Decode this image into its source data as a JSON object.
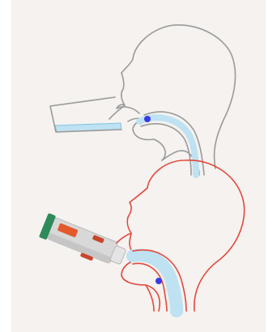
{
  "colors": {
    "page_background": "#ffffff",
    "panel_background": "#f5f2ef",
    "top_outline": "#9a9a9a",
    "bottom_outline": "#e3483c",
    "liquid_fill": "#bfe2f2",
    "liquid_stroke": "#7fc4e6",
    "particle": "#3a3ae8",
    "device_body": "#d8d8d8",
    "device_shade": "#c6c6c6",
    "device_cap": "#2f8a5a",
    "canister": "#e25a2c",
    "canister_dark": "#c8452a"
  },
  "figures": [
    {
      "id": "top",
      "name": "head-with-cup",
      "icon": "cup-icon"
    },
    {
      "id": "bottom",
      "name": "head-with-inhaler",
      "icon": "inhaler-icon"
    }
  ]
}
